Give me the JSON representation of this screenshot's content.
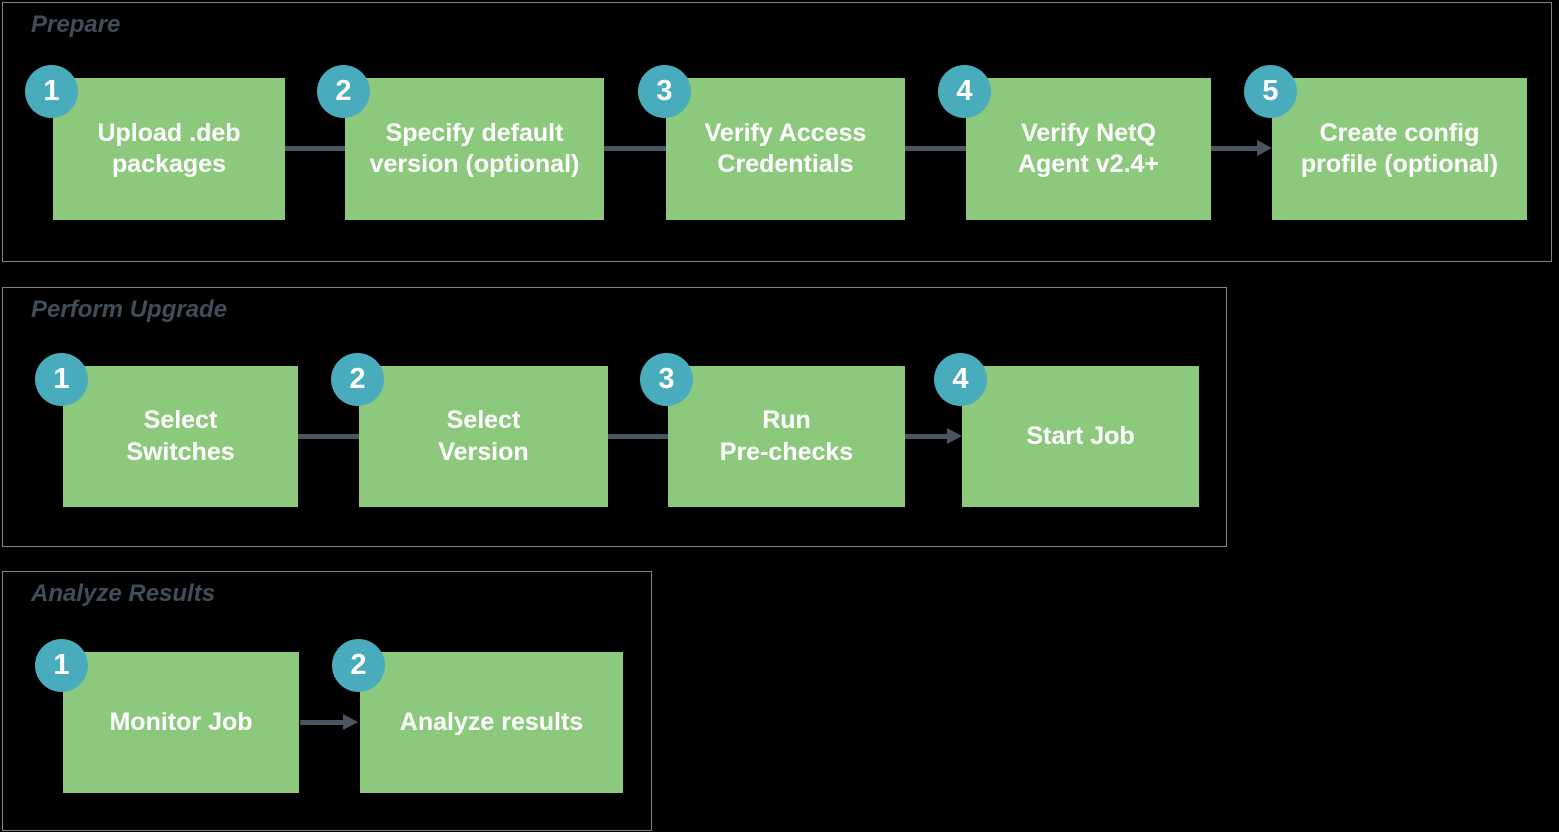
{
  "colors": {
    "canvas_bg": "#000000",
    "box_green": "#8DC97D",
    "badge_teal": "#49ACBD",
    "box_text": "#FFFFFF",
    "title_text": "#424D59",
    "connector": "#4A5562",
    "section_border": "#848484"
  },
  "sections": [
    {
      "title": "Prepare",
      "steps": [
        {
          "number": "1",
          "label": "Upload .deb\npackages"
        },
        {
          "number": "2",
          "label": "Specify default\nversion (optional)"
        },
        {
          "number": "3",
          "label": "Verify Access\nCredentials"
        },
        {
          "number": "4",
          "label": "Verify NetQ\nAgent v2.4+"
        },
        {
          "number": "5",
          "label": "Create config\nprofile (optional)"
        }
      ],
      "connectors": [
        {
          "from": "1",
          "to": "2",
          "type": "line"
        },
        {
          "from": "2",
          "to": "3",
          "type": "line"
        },
        {
          "from": "3",
          "to": "4",
          "type": "line"
        },
        {
          "from": "4",
          "to": "5",
          "type": "arrow"
        }
      ]
    },
    {
      "title": "Perform Upgrade",
      "steps": [
        {
          "number": "1",
          "label": "Select\nSwitches"
        },
        {
          "number": "2",
          "label": "Select\nVersion"
        },
        {
          "number": "3",
          "label": "Run\nPre-checks"
        },
        {
          "number": "4",
          "label": "Start Job"
        }
      ],
      "connectors": [
        {
          "from": "1",
          "to": "2",
          "type": "line"
        },
        {
          "from": "2",
          "to": "3",
          "type": "line"
        },
        {
          "from": "3",
          "to": "4",
          "type": "arrow"
        }
      ]
    },
    {
      "title": "Analyze Results",
      "steps": [
        {
          "number": "1",
          "label": "Monitor Job"
        },
        {
          "number": "2",
          "label": "Analyze results"
        }
      ],
      "connectors": [
        {
          "from": "1",
          "to": "2",
          "type": "arrow"
        }
      ]
    }
  ]
}
